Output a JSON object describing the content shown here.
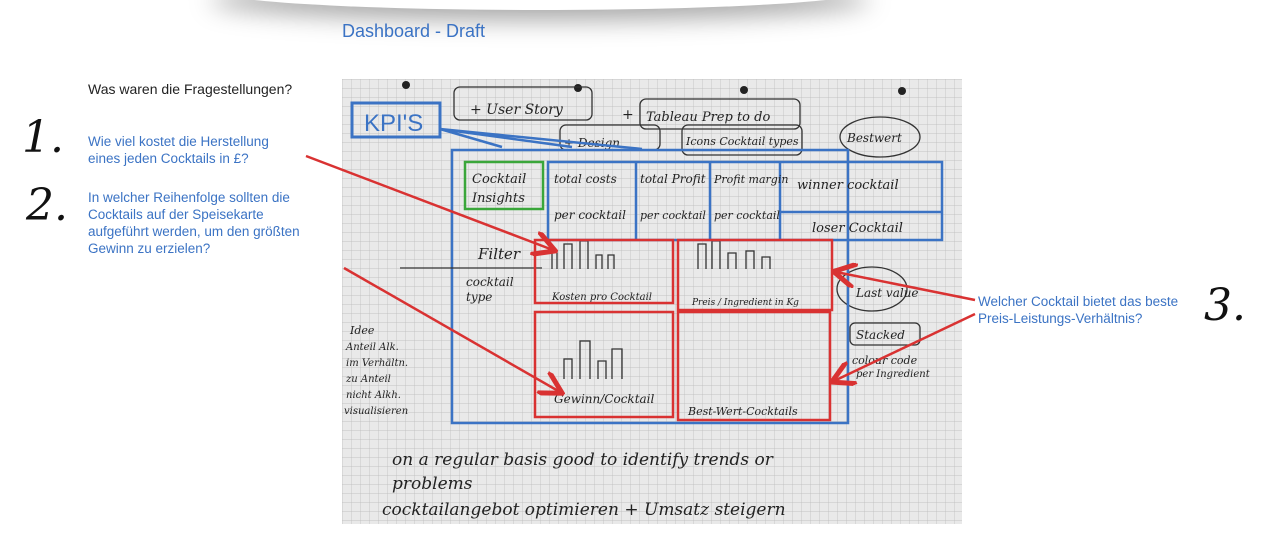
{
  "title": "Dashboard - Draft",
  "questions_heading": "Was waren die Fragestellungen?",
  "questions": [
    {
      "number": "1.",
      "text_lines": [
        "Wie viel kostet die Herstellung",
        "eines jeden Cocktails in £?"
      ]
    },
    {
      "number": "2.",
      "text_lines": [
        "In welcher Reihenfolge sollten die",
        "Cocktails auf der Speisekarte",
        "aufgeführt werden, um den größten",
        "Gewinn zu erzielen?"
      ]
    },
    {
      "number": "3.",
      "text_lines": [
        "Welcher Cocktail bietet das beste",
        "Preis-Leistungs-Verhältnis?"
      ]
    }
  ],
  "sketch": {
    "kpi_label": "KPI'S",
    "notes": [
      "+ User Story",
      "+ Tableau Prep to do",
      "+ Design",
      "+ Icons Cocktail types",
      "Bestwert"
    ],
    "cocktail_insights": "Cocktail Insights",
    "kpis": [
      "total costs per cocktail",
      "total Profit per cocktail",
      "Profit margin per cocktail",
      "winner cocktail",
      "loser Cocktail"
    ],
    "filter": "Filter",
    "filter_item": "cocktail type",
    "charts": [
      "Kosten pro Cocktail",
      "Preis / Ingredient in Kg",
      "Gewinn/Cocktail",
      "Best-Wert-Cocktails"
    ],
    "side_notes": [
      "Idee Anteil Alk. im Verhältn. zu Anteil nicht Alkh. visualisieren",
      "Last value",
      "Stacked",
      "colour code per Ingredient"
    ],
    "bottom_lines": [
      "on a regular basis good to identify trends or",
      "problems",
      "cocktailangebot optimieren + Umsatz steigern"
    ]
  },
  "colors": {
    "accent": "#3b73c4",
    "arrow": "#d93232",
    "green": "#3aa63a"
  }
}
